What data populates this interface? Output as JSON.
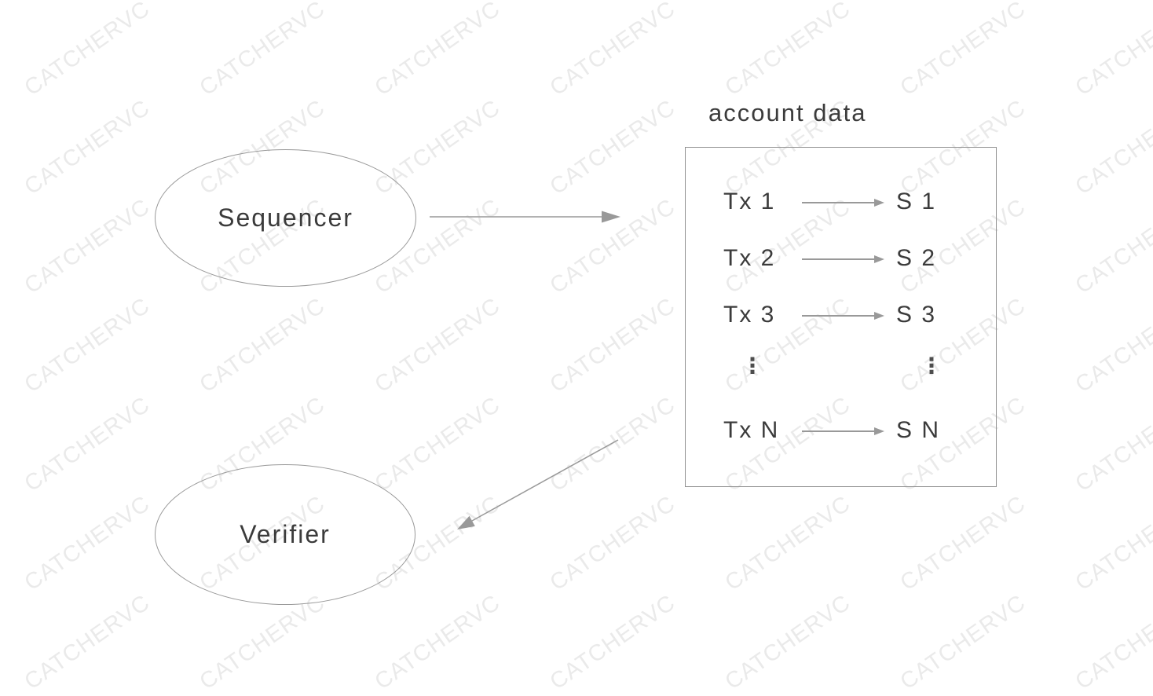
{
  "diagram": {
    "nodes": {
      "sequencer": {
        "label": "Sequencer"
      },
      "verifier": {
        "label": "Verifier"
      }
    },
    "account_box": {
      "title": "account data",
      "rows": [
        {
          "tx": "Tx 1",
          "s": "S 1"
        },
        {
          "tx": "Tx 2",
          "s": "S 2"
        },
        {
          "tx": "Tx 3",
          "s": "S 3"
        },
        {
          "tx": "Tx N",
          "s": "S N"
        }
      ],
      "ellipsis": "⋮"
    },
    "colors": {
      "node_stroke": "#999999",
      "box_stroke": "#919191",
      "arrow": "#999999",
      "text": "#3b3b3b",
      "watermark": "#eaeaea"
    }
  },
  "watermark": {
    "text": "CATCHERVC"
  }
}
